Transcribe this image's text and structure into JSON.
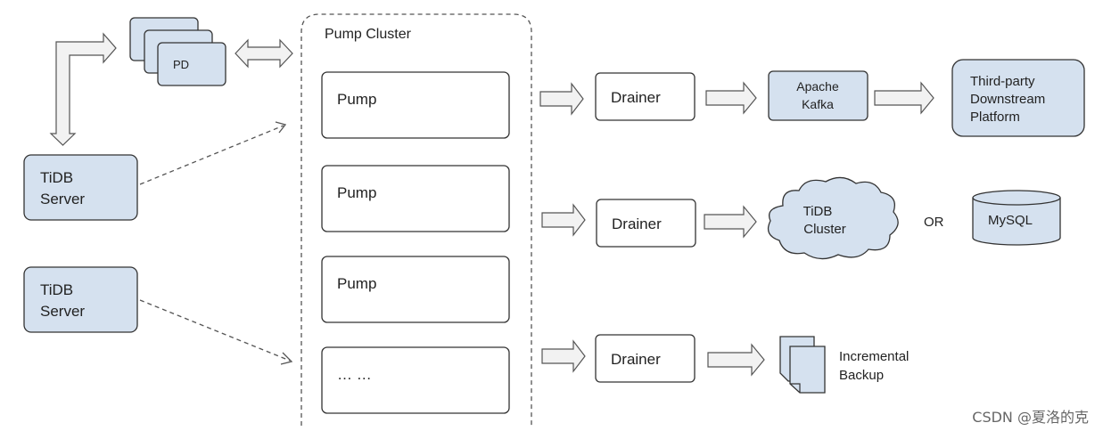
{
  "pd": {
    "label": "PD"
  },
  "tidb_servers": [
    {
      "line1": "TiDB",
      "line2": "Server"
    },
    {
      "line1": "TiDB",
      "line2": "Server"
    }
  ],
  "pump_cluster": {
    "title": "Pump Cluster",
    "pumps": [
      "Pump",
      "Pump",
      "Pump",
      "… …"
    ]
  },
  "drainers": [
    "Drainer",
    "Drainer",
    "Drainer"
  ],
  "kafka": {
    "line1": "Apache",
    "line2": "Kafka"
  },
  "third_party": {
    "line1": "Third-party",
    "line2": "Downstream",
    "line3": "Platform"
  },
  "tidb_cluster": {
    "line1": "TiDB",
    "line2": "Cluster"
  },
  "or_label": "OR",
  "mysql": {
    "label": "MySQL"
  },
  "incremental_backup": {
    "line1": "Incremental",
    "line2": "Backup"
  },
  "watermark": "CSDN @夏洛的克",
  "colors": {
    "node_fill": "#d5e1ef",
    "arrow_fill": "#f2f2f2",
    "stroke": "#333333"
  }
}
